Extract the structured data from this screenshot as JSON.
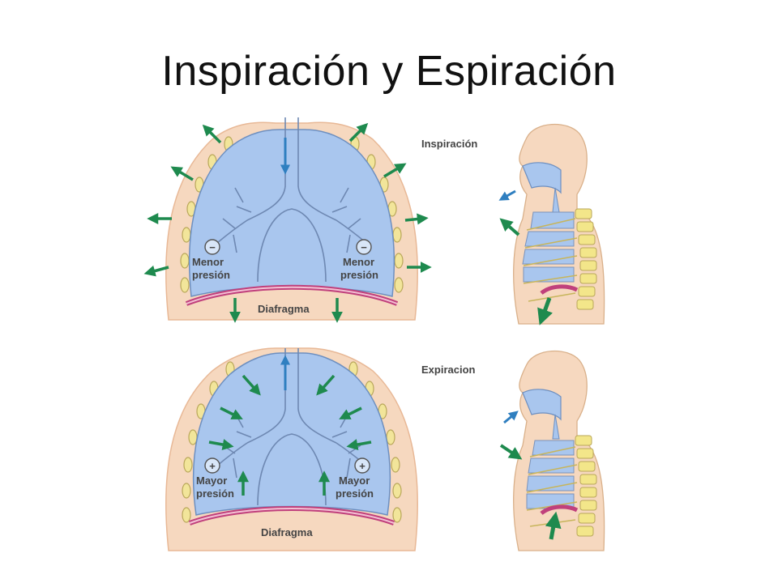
{
  "title": "Inspiración y Espiración",
  "panels": {
    "inspiration": {
      "heading": "Inspiración",
      "left_pressure": [
        "Menor",
        "presión"
      ],
      "right_pressure": [
        "Menor",
        "presión"
      ],
      "pressure_sign": "−",
      "diaphragm": "Diafragma"
    },
    "expiration": {
      "heading": "Expiracion",
      "left_pressure": [
        "Mayor",
        "presión"
      ],
      "right_pressure": [
        "Mayor",
        "presión"
      ],
      "pressure_sign": "+",
      "diaphragm": "Diafragma"
    }
  },
  "colors": {
    "lung": "#a9c6ee",
    "chest_wall": "#f6d8bf",
    "rib": "#f2e59a",
    "diaphragm": "#c0407c",
    "arrow_green": "#1e8a4e",
    "arrow_blue": "#2f7fc0",
    "spine": "#f3e68a"
  }
}
